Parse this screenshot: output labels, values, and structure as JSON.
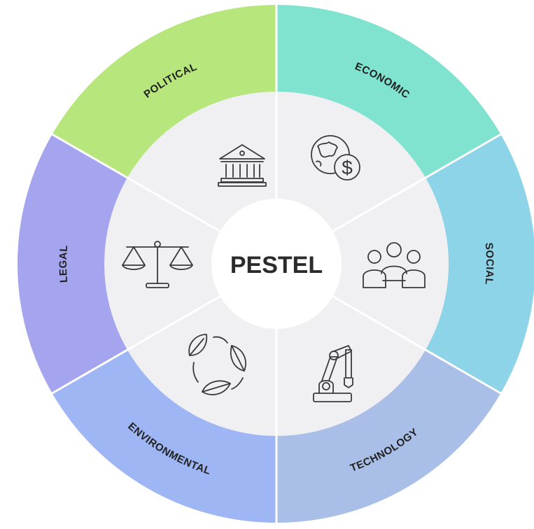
{
  "center": {
    "title": "PESTEL"
  },
  "segments": [
    {
      "key": "economic",
      "label": "ECONOMIC",
      "color": "#7fe3cf",
      "icon": "globe-dollar-icon"
    },
    {
      "key": "social",
      "label": "SOCIAL",
      "color": "#8ed4e8",
      "icon": "people-group-icon"
    },
    {
      "key": "technology",
      "label": "TECHNOLOGY",
      "color": "#a9bfe8",
      "icon": "robotic-arm-icon"
    },
    {
      "key": "environmental",
      "label": "ENVIRONMENTAL",
      "color": "#9fb6f5",
      "icon": "recycle-leaves-icon"
    },
    {
      "key": "legal",
      "label": "LEGAL",
      "color": "#a5a4ee",
      "icon": "scales-icon"
    },
    {
      "key": "political",
      "label": "POLITICAL",
      "color": "#b7e67d",
      "icon": "government-building-icon"
    }
  ],
  "colors": {
    "inner_ring": "#f0f0f2",
    "center": "#ffffff",
    "divider": "#ffffff"
  }
}
